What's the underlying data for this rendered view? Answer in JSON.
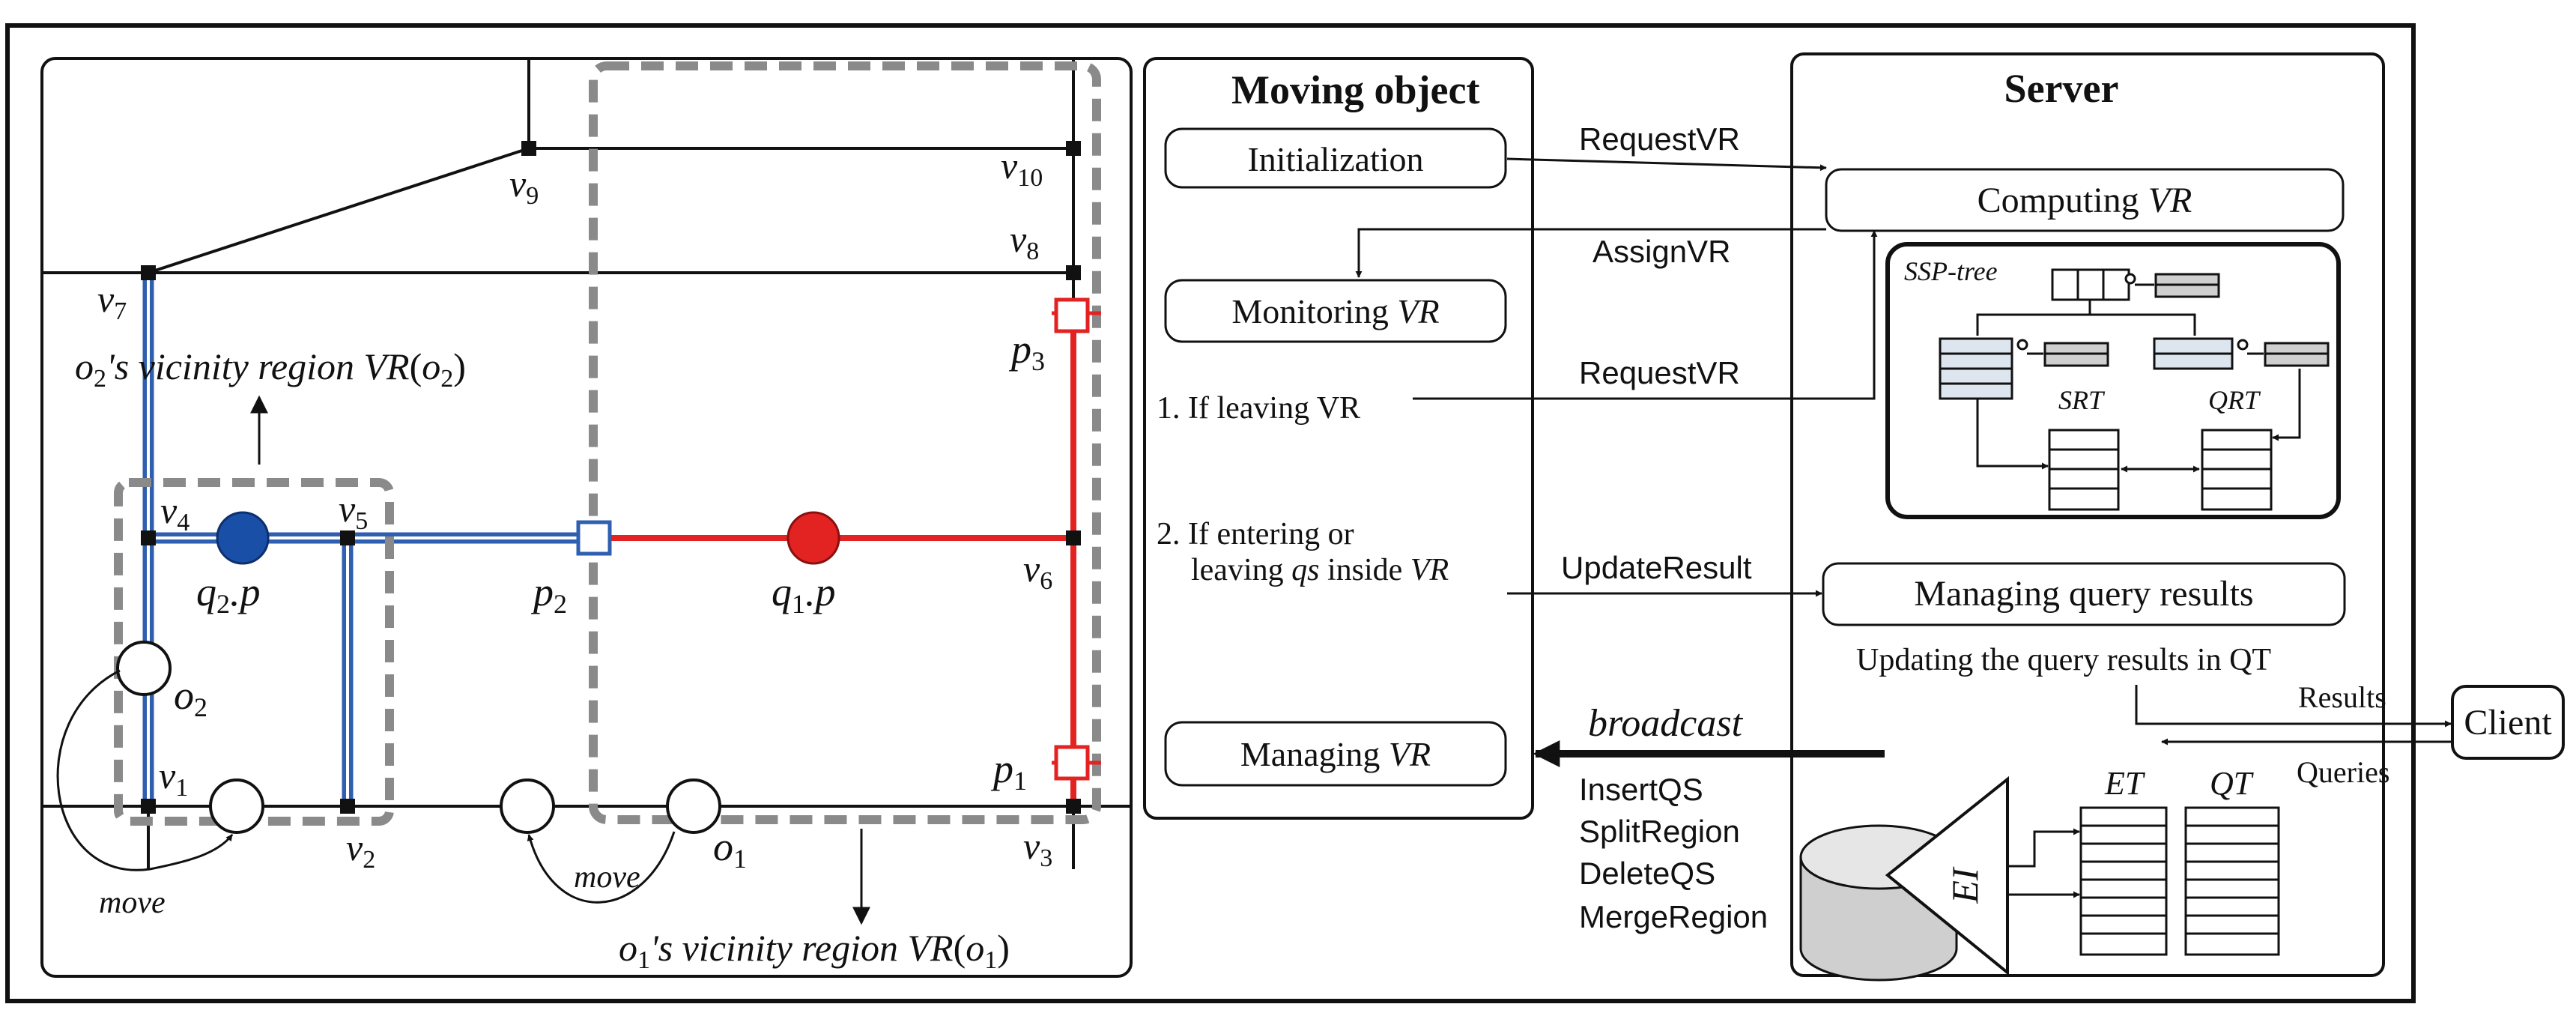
{
  "colors": {
    "stroke": "#111111",
    "gray_dash": "#8a8a8a",
    "blue_route": "#2f5fb0",
    "red_route": "#e32222",
    "blue_object": "#1a4fa8",
    "red_object": "#e32222",
    "tree_node_fill": "#dde5ef",
    "tree_node_small": "#cfcfcf"
  },
  "road_network": {
    "vertices": [
      {
        "base": "v",
        "sub": "9"
      },
      {
        "base": "v",
        "sub": "10"
      },
      {
        "base": "v",
        "sub": "7"
      },
      {
        "base": "v",
        "sub": "8"
      },
      {
        "base": "v",
        "sub": "4"
      },
      {
        "base": "v",
        "sub": "5"
      },
      {
        "base": "v",
        "sub": "6"
      },
      {
        "base": "v",
        "sub": "1"
      },
      {
        "base": "v",
        "sub": "2"
      },
      {
        "base": "v",
        "sub": "3"
      }
    ],
    "vicinity_o2": {
      "pre": "o",
      "sub": "2",
      "mid": "'s vicinity region ",
      "vr": "VR",
      "paren_open": "(",
      "arg": "o",
      "arg_sub": "2",
      "paren_close": ")"
    },
    "vicinity_o1": {
      "pre": "o",
      "sub": "1",
      "mid": "'s vicinity region ",
      "vr": "VR",
      "paren_open": "(",
      "arg": "o",
      "arg_sub": "1",
      "paren_close": ")"
    },
    "query_points": {
      "q2p": {
        "q": "q",
        "sub": "2",
        "suffix": ".p"
      },
      "q1p": {
        "q": "q",
        "sub": "1",
        "suffix": ".p"
      }
    },
    "points": {
      "p1": {
        "p": "p",
        "sub": "1"
      },
      "p2": {
        "p": "p",
        "sub": "2"
      },
      "p3": {
        "p": "p",
        "sub": "3"
      }
    },
    "objects": {
      "o1": {
        "o": "o",
        "sub": "1"
      },
      "o2": {
        "o": "o",
        "sub": "2"
      }
    },
    "move_label": "move"
  },
  "moving_object": {
    "title": "Moving object",
    "initialization": "Initialization",
    "monitoring": {
      "text": "Monitoring ",
      "vr": "VR"
    },
    "if_leaving": "1. If leaving VR",
    "if_entering_1": "2. If entering or",
    "if_entering_2": {
      "text": "leaving ",
      "qs": "qs",
      "mid": " inside ",
      "vr": "VR"
    },
    "managing": {
      "text": "Managing ",
      "vr": "VR"
    }
  },
  "messages": {
    "request_vr_1": "RequestVR",
    "assign_vr": "AssignVR",
    "request_vr_2": "RequestVR",
    "update_result": "UpdateResult",
    "broadcast": "broadcast",
    "broadcast_items": [
      "InsertQS",
      "SplitRegion",
      "DeleteQS",
      "MergeRegion"
    ]
  },
  "server": {
    "title": "Server",
    "computing": {
      "text": "Computing ",
      "vr": "VR"
    },
    "ssp_tree": "SSP-tree",
    "srt": "SRT",
    "qrt": "QRT",
    "managing_results": "Managing query results",
    "updating_results": "Updating the query results in QT",
    "ei": "EI",
    "et": "ET",
    "qt": "QT"
  },
  "client": {
    "label": "Client",
    "results": "Results",
    "queries": "Queries"
  }
}
